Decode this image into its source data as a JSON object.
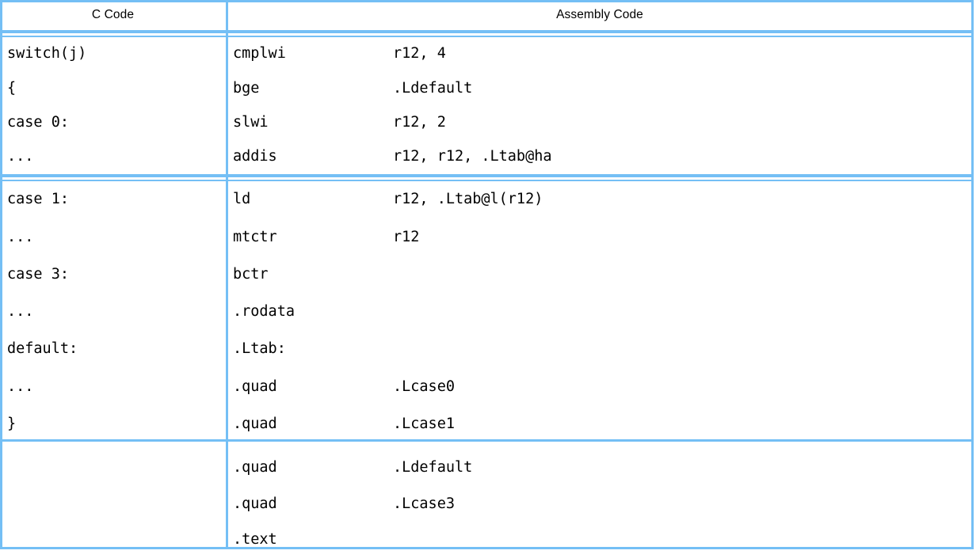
{
  "table": {
    "headers": {
      "c_code": "C Code",
      "assembly_code": "Assembly Code"
    },
    "rule_color": "#74bff5",
    "text_color": "#000000",
    "background": "#ffffff",
    "blocks": [
      {
        "id": "block-1",
        "separator_below": "double",
        "rows": [
          {
            "c": "switch(j)",
            "op": "cmplwi",
            "arg": "r12, 4"
          },
          {
            "c": "{",
            "op": "bge",
            "arg": ".Ldefault"
          },
          {
            "c": "case 0:",
            "op": "slwi",
            "arg": "r12, 2"
          },
          {
            "c": "...",
            "op": "addis",
            "arg": "r12, r12, .Ltab@ha"
          }
        ]
      },
      {
        "id": "block-2",
        "separator_below": "single",
        "rows": [
          {
            "c": "case 1:",
            "op": "ld",
            "arg": "r12, .Ltab@l(r12)"
          },
          {
            "c": "...",
            "op": "mtctr",
            "arg": "r12"
          },
          {
            "c": "case 3:",
            "op": "bctr",
            "arg": ""
          },
          {
            "c": "...",
            "op": ".rodata",
            "arg": ""
          },
          {
            "c": "default:",
            "op": ".Ltab:",
            "arg": ""
          },
          {
            "c": "...",
            "op": ".quad",
            "arg": ".Lcase0"
          },
          {
            "c": "}",
            "op": ".quad",
            "arg": ".Lcase1"
          }
        ]
      },
      {
        "id": "block-3",
        "separator_below": "none",
        "rows": [
          {
            "c": "",
            "op": ".quad",
            "arg": ".Ldefault"
          },
          {
            "c": "",
            "op": ".quad",
            "arg": ".Lcase3"
          },
          {
            "c": "",
            "op": ".text",
            "arg": ""
          }
        ]
      }
    ]
  }
}
